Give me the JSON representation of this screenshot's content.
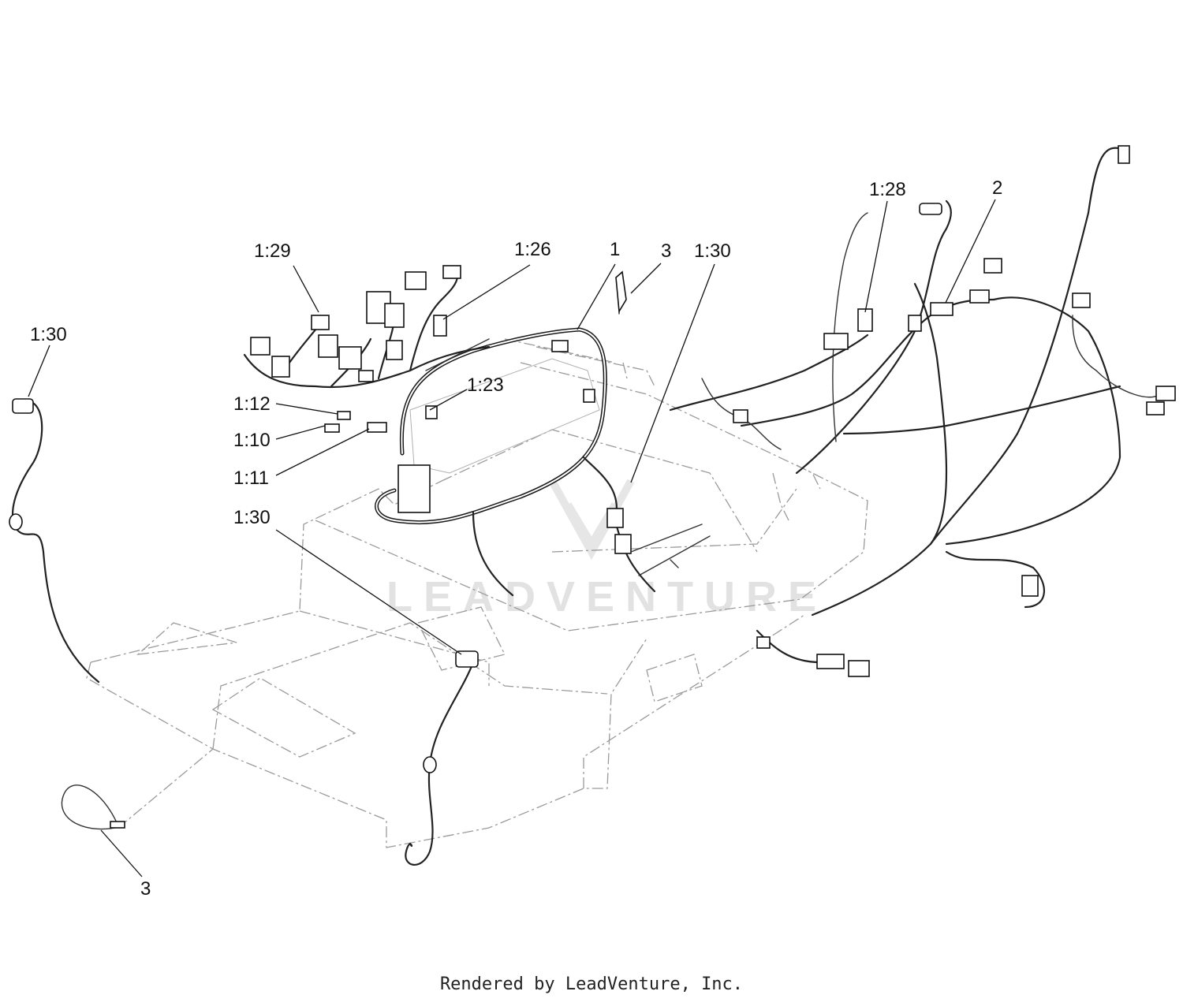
{
  "callouts": [
    {
      "id": "c-1-30-left",
      "label": "1:30"
    },
    {
      "id": "c-1-29",
      "label": "1:29"
    },
    {
      "id": "c-1-26",
      "label": "1:26"
    },
    {
      "id": "c-1",
      "label": "1"
    },
    {
      "id": "c-3-top",
      "label": "3"
    },
    {
      "id": "c-1-30-top",
      "label": "1:30"
    },
    {
      "id": "c-1-28",
      "label": "1:28"
    },
    {
      "id": "c-2",
      "label": "2"
    },
    {
      "id": "c-1-23",
      "label": "1:23"
    },
    {
      "id": "c-1-12",
      "label": "1:12"
    },
    {
      "id": "c-1-10",
      "label": "1:10"
    },
    {
      "id": "c-1-11",
      "label": "1:11"
    },
    {
      "id": "c-1-30-mid",
      "label": "1:30"
    },
    {
      "id": "c-3-bottom",
      "label": "3"
    }
  ],
  "watermark": {
    "brand": "LEADVENTURE"
  },
  "footer": {
    "text": "Rendered by LeadVenture, Inc."
  }
}
